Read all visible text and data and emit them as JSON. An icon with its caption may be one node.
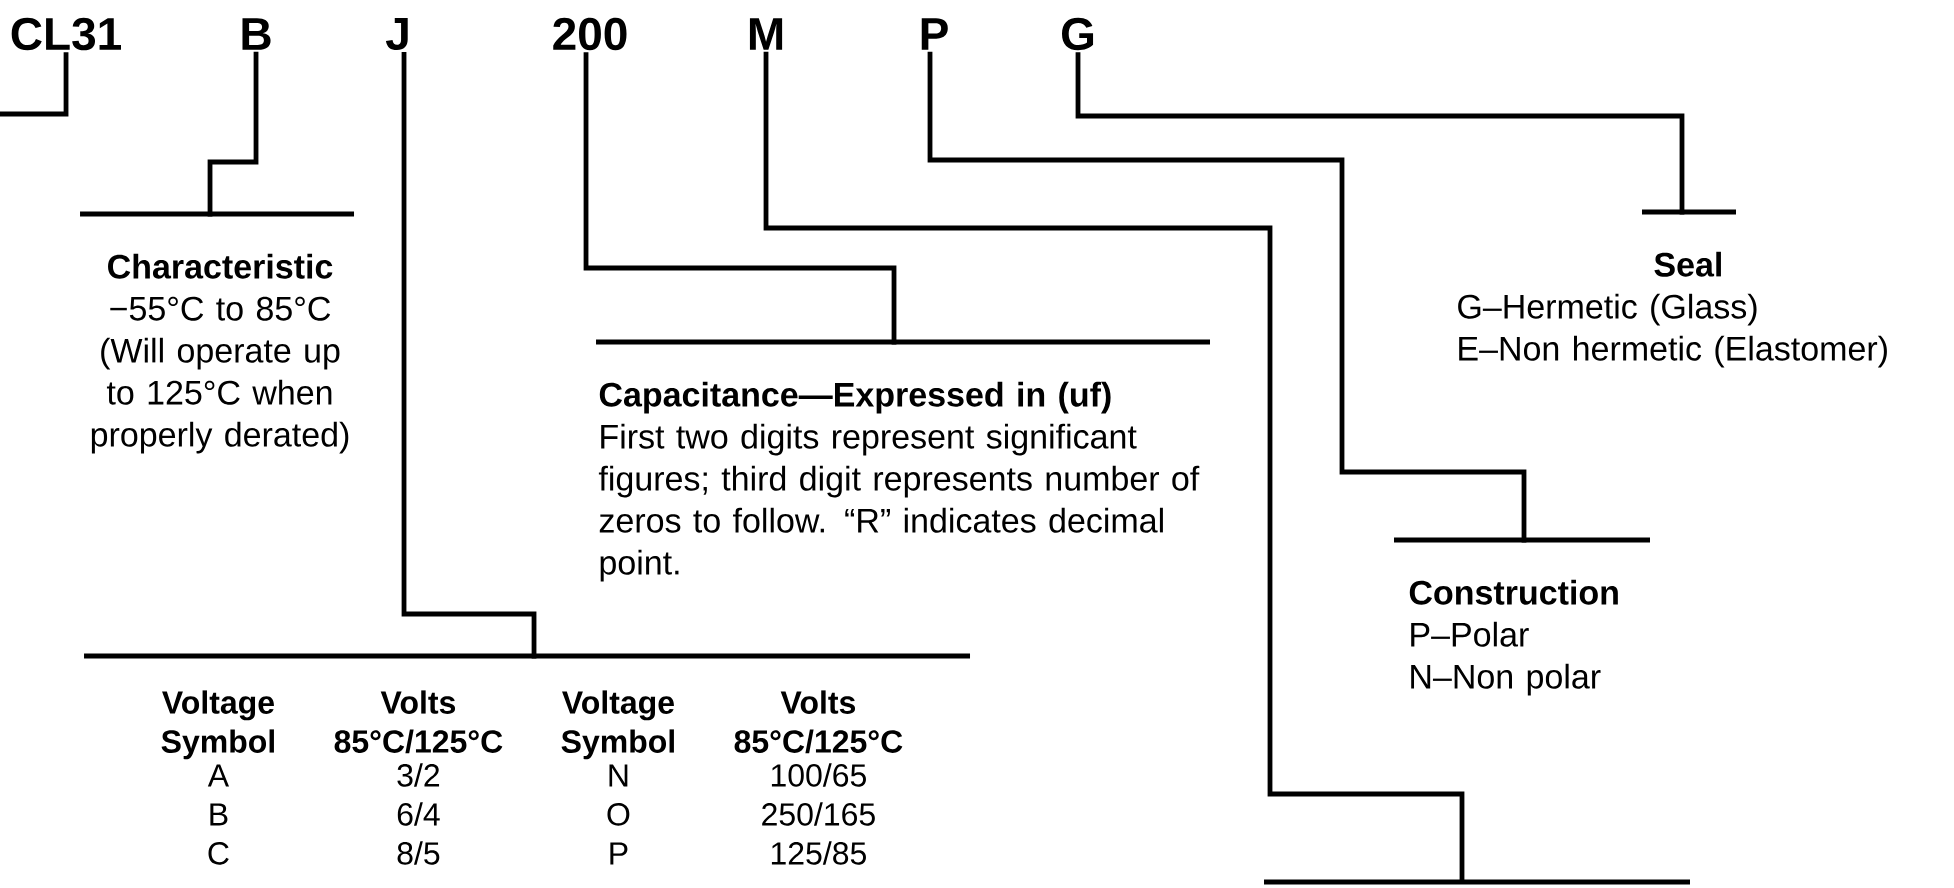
{
  "diagram": {
    "nodes": [
      {
        "text": [
          "CL31"
        ]
      },
      {
        "text": [
          "B"
        ]
      },
      {
        "text": [
          "J"
        ]
      },
      {
        "text": [
          "200"
        ]
      },
      {
        "text": [
          "M"
        ]
      },
      {
        "text": [
          "P"
        ]
      },
      {
        "text": [
          "G"
        ]
      },
      {
        "text": [
          "Characteristic",
          "−55°C to 85°C (Will operate up to 125°C when properly derated)"
        ]
      },
      {
        "text": [
          "Capacitance—Expressed in (uf)",
          "First two digits represent significant figures; third digit represents number of zeros to follow. “R” indicates decimal point."
        ]
      },
      {
        "text": [
          "Voltage Symbol",
          "Volts 85°C/125°C",
          "Voltage Symbol",
          "Volts 85°C/125°C",
          "A",
          "3/2",
          "N",
          "100/65",
          "B",
          "6/4",
          "O",
          "250/165",
          "C",
          "8/5",
          "P",
          "125/85"
        ]
      },
      {
        "text": [
          "Construction",
          "P–Polar",
          "N–Non polar"
        ]
      },
      {
        "text": [
          "Seal",
          "G–Hermetic (Glass)",
          "E–Non hermetic (Elastomer)"
        ]
      },
      {
        "text": [],
        "shape": "bar"
      }
    ],
    "edges": [
      {
        "from": 0,
        "to": null,
        "arrow": "none"
      },
      {
        "from": 1,
        "to": 7,
        "arrow": "none"
      },
      {
        "from": 2,
        "to": 9,
        "arrow": "none"
      },
      {
        "from": 3,
        "to": 8,
        "arrow": "none"
      },
      {
        "from": 4,
        "to": 12,
        "arrow": "none"
      },
      {
        "from": 5,
        "to": 10,
        "arrow": "none"
      },
      {
        "from": 6,
        "to": 11,
        "arrow": "none"
      }
    ]
  }
}
